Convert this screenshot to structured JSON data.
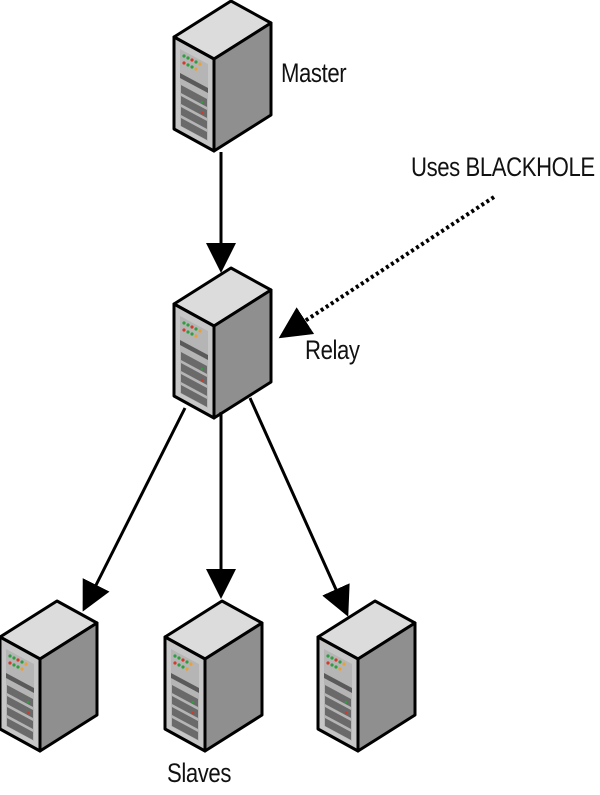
{
  "labels": {
    "master": "Master",
    "relay": "Relay",
    "annotation": "Uses BLACKHOLE",
    "slaves": "Slaves"
  },
  "colors": {
    "line": "#000000",
    "server_top": "#d9d9d9",
    "server_front": "#c4c4c4",
    "server_side": "#8e8e8e",
    "led_green": "#2e9e3e",
    "led_red": "#d23a2a",
    "led_orange": "#e8a13a"
  },
  "icons": [
    "server-icon"
  ]
}
